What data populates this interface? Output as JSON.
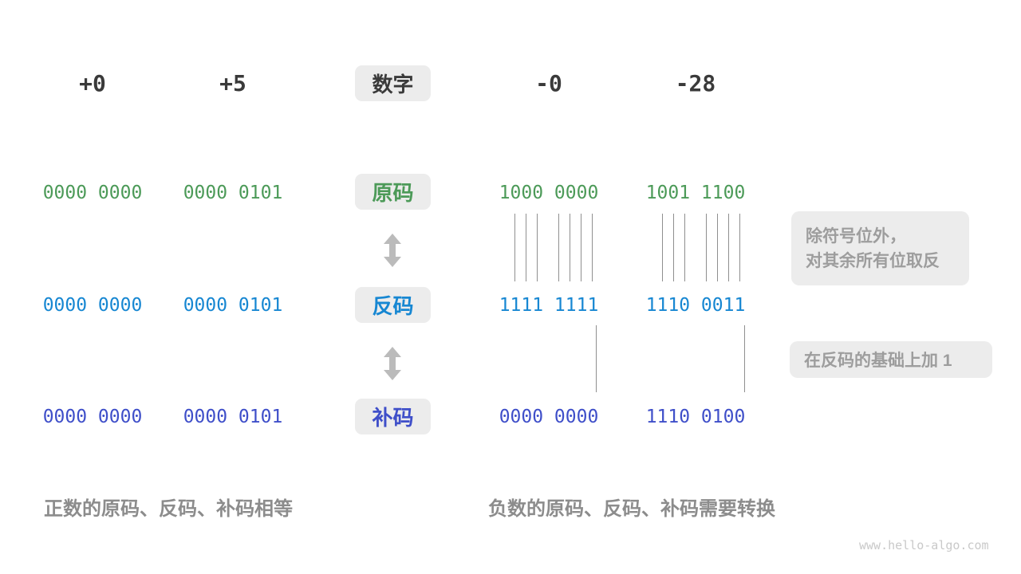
{
  "header": {
    "numbers": [
      "+0",
      "+5",
      "-0",
      "-28"
    ],
    "label": "数字"
  },
  "rows": [
    {
      "key": "sign_magnitude",
      "label": "原码",
      "color": "#4c9a58",
      "values": [
        "0000 0000",
        "0000 0101",
        "1000 0000",
        "1001 1100"
      ]
    },
    {
      "key": "ones_complement",
      "label": "反码",
      "color": "#1787d2",
      "values": [
        "0000 0000",
        "0000 0101",
        "1111 1111",
        "1110 0011"
      ]
    },
    {
      "key": "twos_complement",
      "label": "补码",
      "color": "#3f4fc9",
      "values": [
        "0000 0000",
        "0000 0101",
        "0000 0000",
        "1110 0100"
      ]
    }
  ],
  "annotations": {
    "flip_line1": "除符号位外，",
    "flip_line2": "对其余所有位取反",
    "add_one": "在反码的基础上加 1"
  },
  "captions": {
    "positive": "正数的原码、反码、补码相等",
    "negative": "负数的原码、反码、补码需要转换"
  },
  "watermark": "www.hello-algo.com",
  "colors": {
    "sign_magnitude": "#4c9a58",
    "ones_complement": "#1787d2",
    "twos_complement": "#3f4fc9",
    "pill_background": "#ececec",
    "annotation_text": "#9d9d9d",
    "caption_text": "#8c8c8c",
    "arrow": "#bbbbbb",
    "tick_line": "#8f8f8f"
  }
}
